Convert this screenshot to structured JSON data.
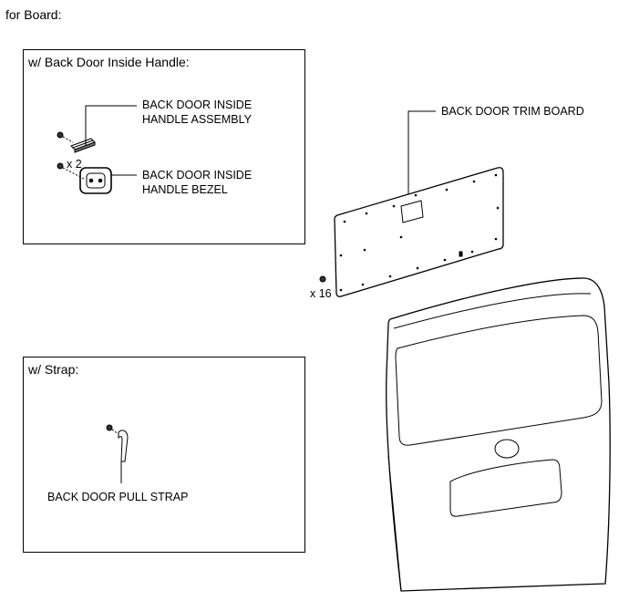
{
  "page_heading": "for Board:",
  "inset_handle": {
    "title": "w/ Back Door Inside Handle:",
    "handle_assembly_label_line1": "BACK DOOR INSIDE",
    "handle_assembly_label_line2": "HANDLE ASSEMBLY",
    "bezel_label_line1": "BACK DOOR INSIDE",
    "bezel_label_line2": "HANDLE BEZEL",
    "screw_count": "x 2"
  },
  "inset_strap": {
    "title": "w/ Strap:",
    "strap_label": "BACK DOOR PULL STRAP"
  },
  "main": {
    "trim_board_label": "BACK DOOR TRIM BOARD",
    "clip_count": "x 16"
  }
}
